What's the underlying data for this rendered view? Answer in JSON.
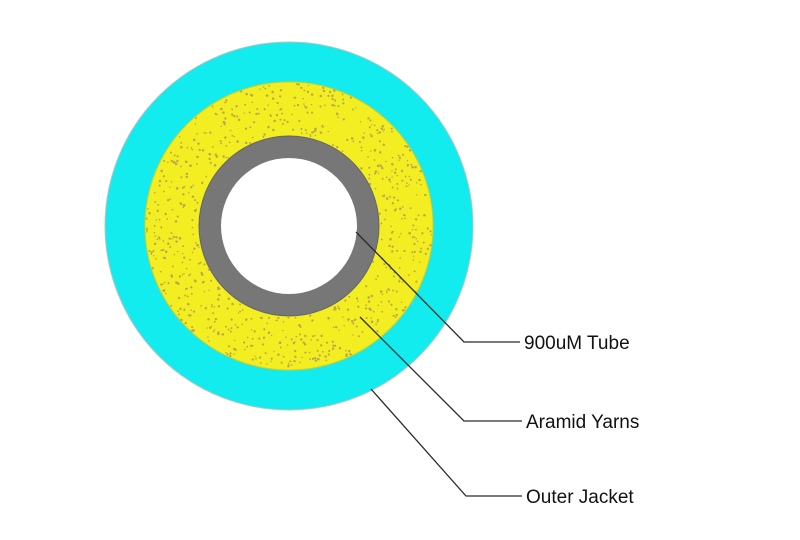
{
  "diagram": {
    "labels": {
      "tube": "900uM Tube",
      "yarns": "Aramid Yarns",
      "jacket": "Outer Jacket"
    },
    "colors": {
      "background": "#ffffff",
      "outer_jacket": "#12ecee",
      "aramid_yarns": "#f2ee22",
      "yarn_speckles": "#b9a84c",
      "tube": "#777777",
      "core": "#ffffff",
      "leader_lines": "#2a2a2a"
    }
  }
}
